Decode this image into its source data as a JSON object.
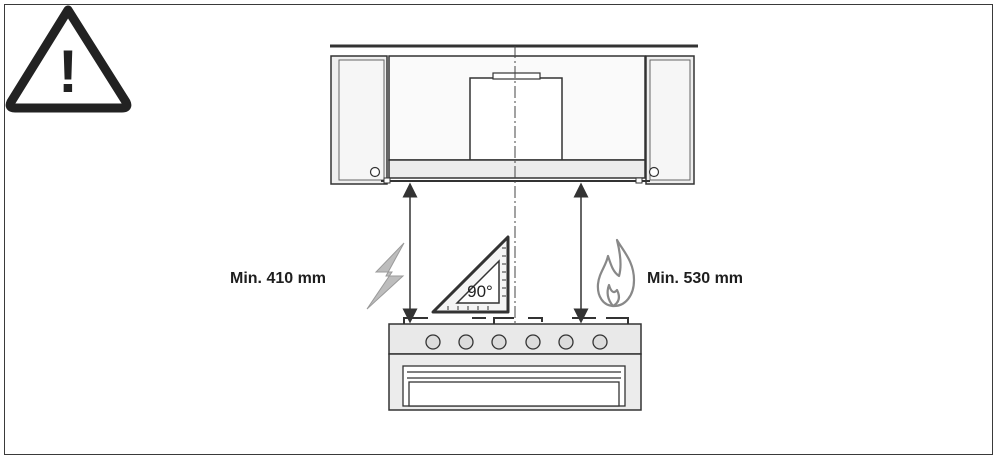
{
  "warning_symbol": "!",
  "labels": {
    "left_clearance": "Min. 410 mm",
    "right_clearance": "Min. 530 mm",
    "angle": "90°"
  },
  "icons": {
    "warning": "warning-triangle-icon",
    "left": "lightning-bolt-icon",
    "right": "gas-flame-icon",
    "square": "set-square-icon"
  },
  "colors": {
    "line": "#333333",
    "panel_fill": "#efefef",
    "hob_fill": "#e9e9e9"
  }
}
